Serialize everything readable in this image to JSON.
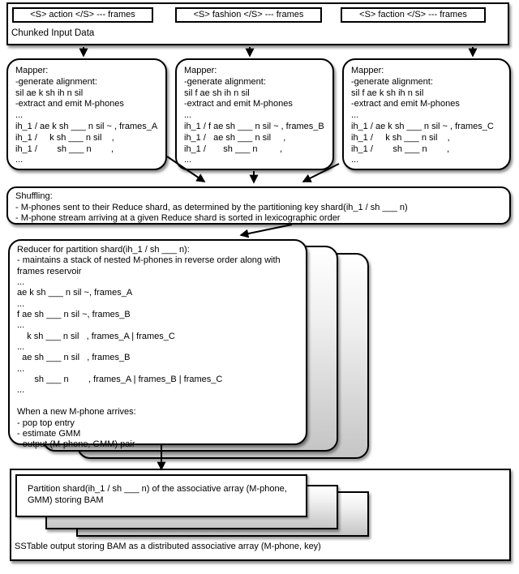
{
  "input": {
    "caption": "Chunked Input Data",
    "chunks": [
      {
        "label": "<S> action </S> --- frames"
      },
      {
        "label": "<S> fashion </S> --- frames"
      },
      {
        "label": "<S> faction </S> --- frames"
      }
    ]
  },
  "mappers": [
    {
      "lines": [
        "Mapper:",
        "-generate alignment:",
        "sil ae k sh ih n sil",
        "-extract and emit M-phones",
        "...",
        "ih_1 / ae k sh ___ n sil ~ , frames_A",
        "ih_1 /     k sh ___ n sil    ,",
        "ih_1 /        sh ___ n        ,",
        "..."
      ]
    },
    {
      "lines": [
        "Mapper:",
        "-generate alignment:",
        "sil f ae sh ih n sil",
        "-extract and emit M-phones",
        "...",
        "ih_1 / f ae sh ___ n sil ~ , frames_B",
        "ih_1 /   ae sh ___ n sil     ,",
        "ih_1 /       sh ___ n         ,",
        "..."
      ]
    },
    {
      "lines": [
        "Mapper:",
        "-generate alignment:",
        "sil f ae k sh ih n sil",
        "-extract and emit M-phones",
        "...",
        "ih_1 / ae k sh ___ n sil ~ , frames_C",
        "ih_1 /     k sh ___ n sil    ,",
        "ih_1 /        sh ___ n        ,",
        "..."
      ]
    }
  ],
  "shuffling": {
    "lines": [
      "Shuffling:",
      "- M-phones sent to their Reduce shard, as determined by the partitioning key shard(ih_1 / sh ___ n)",
      "- M-phone stream arriving at a given Reduce shard is sorted in lexicographic order"
    ]
  },
  "reducer": {
    "lines": [
      "Reducer for partition shard(ih_1 / sh ___ n):",
      "- maintains a stack of nested M-phones in reverse order along with",
      "frames reservoir",
      "...",
      "ae k sh ___ n sil ~, frames_A",
      "...",
      "f ae sh ___ n sil ~, frames_B",
      "...",
      "    k sh ___ n sil   , frames_A | frames_C",
      "...",
      "  ae sh ___ n sil   , frames_B",
      "...",
      "       sh ___ n        , frames_A | frames_B | frames_C",
      "...",
      "",
      "When a new M-phone arrives:",
      "- pop top entry",
      "- estimate GMM",
      "- output (M-phone, GMM) pair"
    ]
  },
  "output": {
    "partition_text": "Partition shard(ih_1 / sh ___ n) of the associative array (M-phone, GMM) storing BAM",
    "sstable_text": "SSTable output storing BAM as a distributed associative array (M-phone, key)"
  },
  "colors": {
    "border": "#000000",
    "background": "#ffffff",
    "page_gradient_bottom": "#c5c5c5"
  }
}
